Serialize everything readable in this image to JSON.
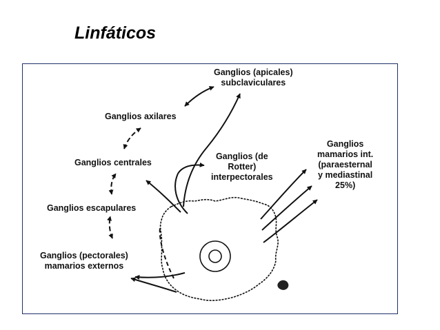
{
  "slide": {
    "title": "Linfáticos"
  },
  "diagram": {
    "labels": {
      "apicales": [
        "Ganglios (apicales)",
        "subclaviculares"
      ],
      "axilares": [
        "Ganglios axilares"
      ],
      "centrales": [
        "Ganglios centrales"
      ],
      "rotter": [
        "Ganglios (de",
        "Rotter)",
        "interpectorales"
      ],
      "mamarios_int": [
        "Ganglios",
        "mamarios int.",
        "(paraesternal",
        "y mediastinal",
        "25%)"
      ],
      "escapulares": [
        "Ganglios escapulares"
      ],
      "pectorales": [
        "Ganglios (pectorales)",
        "mamarios externos"
      ]
    }
  }
}
